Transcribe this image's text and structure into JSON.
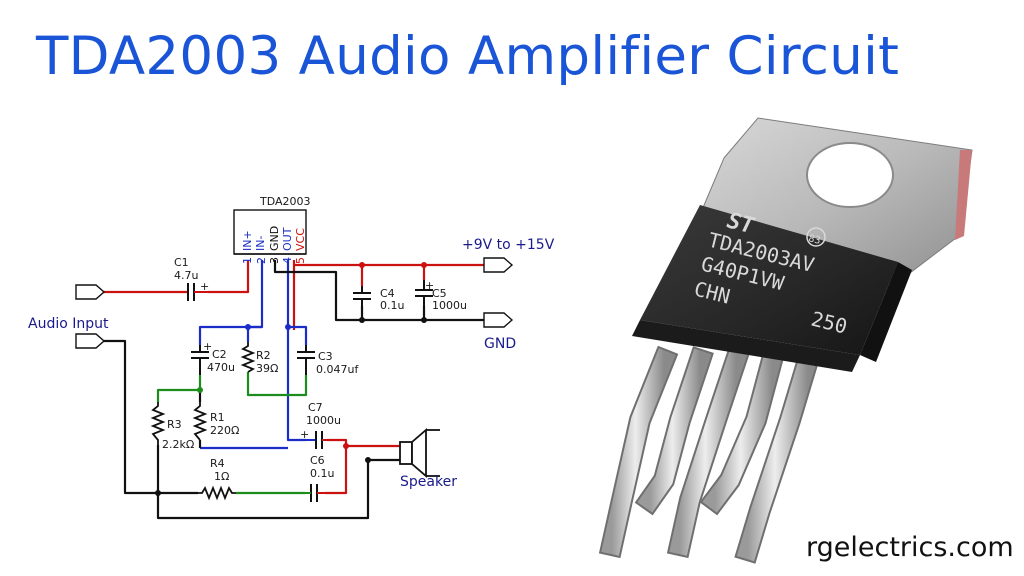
{
  "title": "TDA2003 Audio Amplifier Circuit",
  "credit": "rgelectrics.com",
  "ic": {
    "name": "TDA2003",
    "pins": [
      {
        "num": "1",
        "name": "IN+"
      },
      {
        "num": "2",
        "name": "IN-"
      },
      {
        "num": "3",
        "name": "GND"
      },
      {
        "num": "4",
        "name": "OUT"
      },
      {
        "num": "5",
        "name": "VCC"
      }
    ]
  },
  "components": {
    "c1": {
      "ref": "C1",
      "value": "4.7u"
    },
    "c2": {
      "ref": "C2",
      "value": "470u"
    },
    "c3": {
      "ref": "C3",
      "value": "0.047uf"
    },
    "c4": {
      "ref": "C4",
      "value": "0.1u"
    },
    "c5": {
      "ref": "C5",
      "value": "1000u"
    },
    "c6": {
      "ref": "C6",
      "value": "0.1u"
    },
    "c7": {
      "ref": "C7",
      "value": "1000u"
    },
    "r1": {
      "ref": "R1",
      "value": "220Ω"
    },
    "r2": {
      "ref": "R2",
      "value": "39Ω"
    },
    "r3": {
      "ref": "R3",
      "value": "2.2kΩ"
    },
    "r4": {
      "ref": "R4",
      "value": "1Ω"
    }
  },
  "labels": {
    "supply": "+9V to +15V",
    "gnd": "GND",
    "audio_input": "Audio Input",
    "speaker": "Speaker"
  },
  "plus": "+",
  "chip_marking": {
    "logo": "ST",
    "code": "83",
    "line1": "TDA2003AV",
    "line2": "G40P1VW",
    "line3": "CHN",
    "line4": "250"
  },
  "colors": {
    "title": "#1a55d8",
    "wire_supply": "#cc1111",
    "wire_feedback": "#1a2dc8",
    "wire_ground": "#111111",
    "wire_green": "#1c8c1c"
  }
}
